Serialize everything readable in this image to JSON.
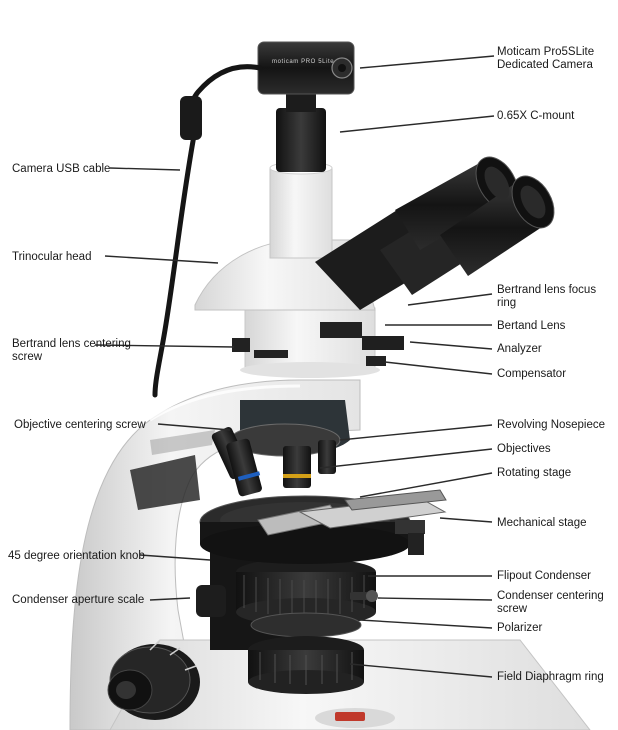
{
  "camera_brand_text": "moticam PRO 5Lite",
  "labels": {
    "camera": "Moticam Pro5SLite Dedicated Camera",
    "cmount": "0.65X C-mount",
    "usb": "Camera USB cable",
    "trinocular": "Trinocular head",
    "bertrand_focus": "Bertrand lens focus ring",
    "bertrand_lens": "Bertand Lens",
    "bertrand_screw": "Bertrand lens centering screw",
    "analyzer": "Analyzer",
    "compensator": "Compensator",
    "obj_screw": "Objective centering screw",
    "nosepiece": "Revolving Nosepiece",
    "objectives": "Objectives",
    "rotating": "Rotating stage",
    "mechanical": "Mechanical stage",
    "orientation": "45 degree orientation knob",
    "flipout": "Flipout Condenser",
    "aperture": "Condenser aperture scale",
    "cond_screw": "Condenser centering screw",
    "polarizer": "Polarizer",
    "field": "Field Diaphragm ring"
  },
  "colors": {
    "body": "#f2f2f2",
    "black": "#1b1b1b",
    "line": "#2a2a2a"
  }
}
